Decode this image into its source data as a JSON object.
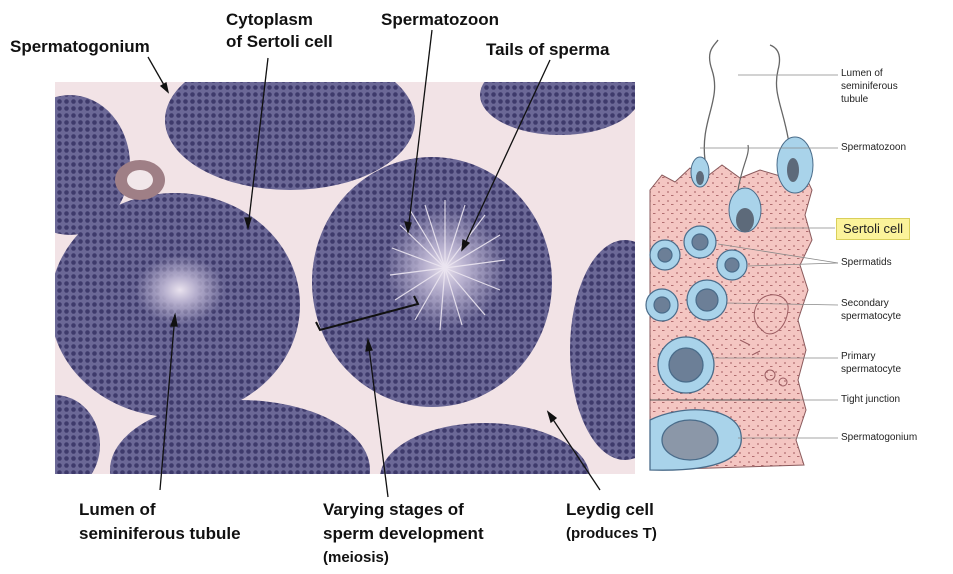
{
  "photo_labels": {
    "spermatogonium": "Spermatogonium",
    "cytoplasm_line1": "Cytoplasm",
    "cytoplasm_line2": "of Sertoli cell",
    "spermatozoon": "Spermatozoon",
    "tails": "Tails of sperma",
    "lumen_line1": "Lumen of",
    "lumen_line2": "seminiferous tubule",
    "varying_line1": "Varying stages of",
    "varying_line2": "sperm development",
    "varying_line3": "(meiosis)",
    "leydig_line1": "Leydig cell",
    "leydig_line2": "(produces T)"
  },
  "diagram_labels": {
    "lumen_line1": "Lumen of",
    "lumen_line2": "seminiferous",
    "lumen_line3": "tubule",
    "spermatozoon": "Spermatozoon",
    "sertoli": "Sertoli cell",
    "spermatids": "Spermatids",
    "secondary_line1": "Secondary",
    "secondary_line2": "spermatocyte",
    "primary_line1": "Primary",
    "primary_line2": "spermatocyte",
    "tight_junction": "Tight junction",
    "spermatogonium": "Spermatogonium"
  },
  "colors": {
    "tissue_bg": "#f2e3e6",
    "tubule": "#5c5a86",
    "sertoli_fill": "#f4c6c2",
    "cell_fill": "#a9d3ea",
    "nucleus": "#6c7f97",
    "highlight": "#fbf39a"
  }
}
